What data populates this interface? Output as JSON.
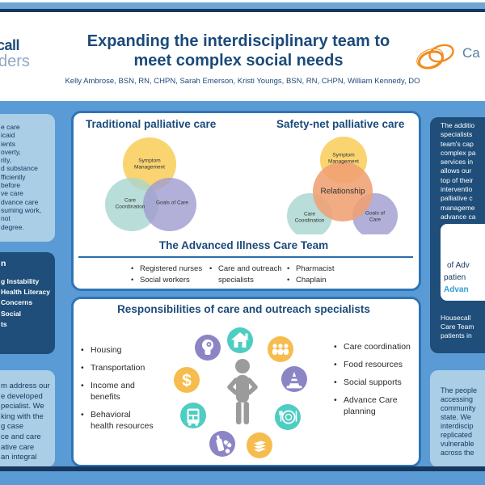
{
  "poster": {
    "header": {
      "title": "Expanding the interdisciplinary team to meet complex social needs",
      "authors": "Kelly Ambrose, BSN, RN, CHPN, Sarah Emerson, Kristi Youngs, BSN, RN, CHPN, William Kennedy, DO",
      "logo_left": {
        "line1": "call",
        "line2": "ders"
      },
      "logo_right": {
        "text": "Ca",
        "icon": "careoregon-rings-icon",
        "color": "#f28a1e"
      }
    },
    "left_column": {
      "box1_lines": [
        "e care",
        "icaid",
        "ients",
        "overty,",
        "rity,",
        "d substance",
        "fficiently",
        "before",
        "ve care",
        "dvance care",
        "suming work,",
        "not",
        "degree."
      ],
      "box2": {
        "heading": "n",
        "lines": [
          "g Instability",
          "Health Literacy",
          "Concerns",
          "Social",
          "ts"
        ]
      },
      "box3_lines": [
        "m address our",
        "e developed",
        "pecialist. We",
        "king with the",
        "g case",
        "ce and care",
        "ative care",
        "an integral"
      ]
    },
    "right_column": {
      "box1_lines": [
        "The additio",
        "specialists",
        "team's cap",
        "complex pa",
        "services in",
        "allows our",
        "top of their",
        "interventio",
        "palliative c",
        "manageme",
        "advance ca"
      ],
      "stat_box": {
        "line1": "of Adv",
        "line2": "patien",
        "highlight": "Advan"
      },
      "box1_footer_lines": [
        "Housecall",
        "Care Team",
        "patients in"
      ],
      "box2_lines": [
        "The people",
        "accessing",
        "community",
        "state. We",
        "interdiscip",
        "replicated",
        "vulnerable",
        "across the"
      ]
    },
    "venn_panel": {
      "left_heading": "Traditional palliative care",
      "right_heading": "Safety-net palliative care",
      "left_venn": {
        "top": "Symptom Management",
        "bottom_left": "Care Coordination",
        "bottom_right": "Goals of Care"
      },
      "right_venn": {
        "top": "Symptom Management",
        "center": "Relationship",
        "bottom_left": "Care Coordination",
        "bottom_right": "Goals of Care"
      },
      "team_heading": "The Advanced Illness Care Team",
      "team_columns": [
        [
          "Registered nurses",
          "Social workers"
        ],
        [
          "Care and outreach specialists"
        ],
        [
          "Pharmacist",
          "Chaplain"
        ]
      ]
    },
    "resp_panel": {
      "heading": "Responsibilities of care and outreach specialists",
      "left_items": [
        "Housing",
        "Transportation",
        "Income and benefits",
        "Behavioral health resources"
      ],
      "right_items": [
        "Care coordination",
        "Food resources",
        "Social supports",
        "Advance Care planning"
      ],
      "icons": [
        {
          "name": "behavioral-health-icon",
          "color": "#8b85c6"
        },
        {
          "name": "house-icon",
          "color": "#4ecdc2"
        },
        {
          "name": "family-icon",
          "color": "#f6bd4e"
        },
        {
          "name": "dollar-icon",
          "color": "#f6bd4e"
        },
        {
          "name": "traffic-cone-icon",
          "color": "#8b85c6"
        },
        {
          "name": "bus-icon",
          "color": "#4ecdc2"
        },
        {
          "name": "meal-plate-icon",
          "color": "#4ecdc2"
        },
        {
          "name": "bottle-pills-icon",
          "color": "#8b85c6"
        },
        {
          "name": "stacked-books-icon",
          "color": "#f6bd4e"
        }
      ]
    },
    "colors": {
      "page_bg": "#5b9bd5",
      "navy_stripe": "#17375e",
      "dark_box": "#1e4e79",
      "light_box": "#a9cee6",
      "panel_border": "#2e75b6",
      "heading": "#1b4a7a",
      "venn_yellow": "#f8cb52",
      "venn_teal": "#a9d6cf",
      "venn_purple": "#a19dd1",
      "venn_orange": "#f0a173",
      "stat_highlight": "#2f9fd6",
      "person_gray": "#9b9b9b"
    }
  }
}
